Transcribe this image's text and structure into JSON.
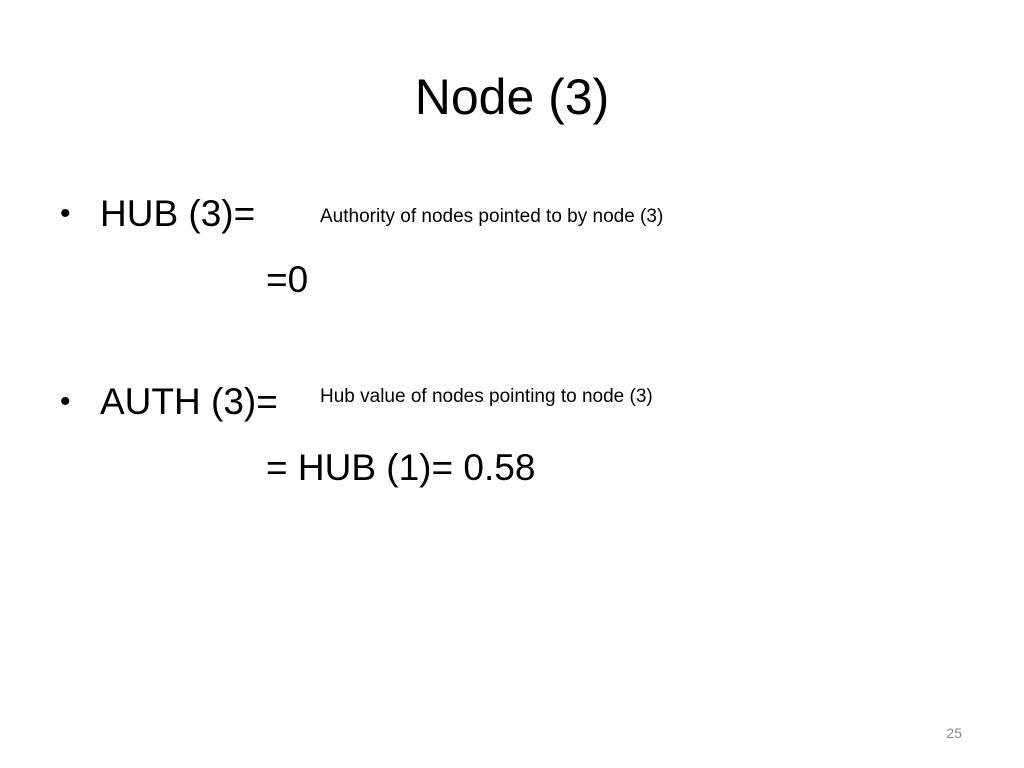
{
  "slide": {
    "title": "Node (3)",
    "bullets": [
      {
        "marker": "•",
        "text": "HUB (3)=",
        "annotation": "Authority of nodes pointed to by node (3)",
        "result": "=0"
      },
      {
        "marker": "•",
        "text": "AUTH (3)=",
        "annotation": "Hub value of nodes pointing to node (3)",
        "result": "= HUB (1)= 0.58"
      }
    ],
    "page_number": "25"
  }
}
